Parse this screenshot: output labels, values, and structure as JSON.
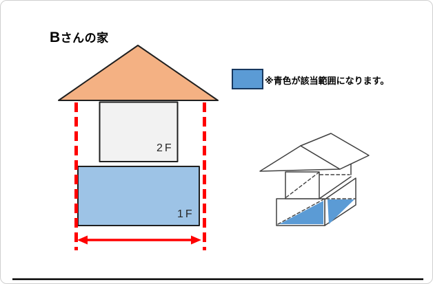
{
  "title": {
    "prefix": "B",
    "suffix": "さんの家"
  },
  "legend": {
    "note": "※青色が該当範囲になります。",
    "swatch_color": "#5B9BD5",
    "swatch_border": "#17375E"
  },
  "front_view": {
    "floor2_label": "2F",
    "floor1_label": "1F",
    "roof_color": "#F4B183",
    "floor2_fill": "#F2F2F2",
    "floor1_fill": "#9DC3E6",
    "outline_color": "#1F1F1F",
    "guide_color": "#FF0000"
  },
  "iso_view": {
    "line_color": "#404040",
    "face_color": "#FFFFFF",
    "highlight_color": "#5B9BD5"
  },
  "footer": {
    "rule_color": "#000000"
  }
}
